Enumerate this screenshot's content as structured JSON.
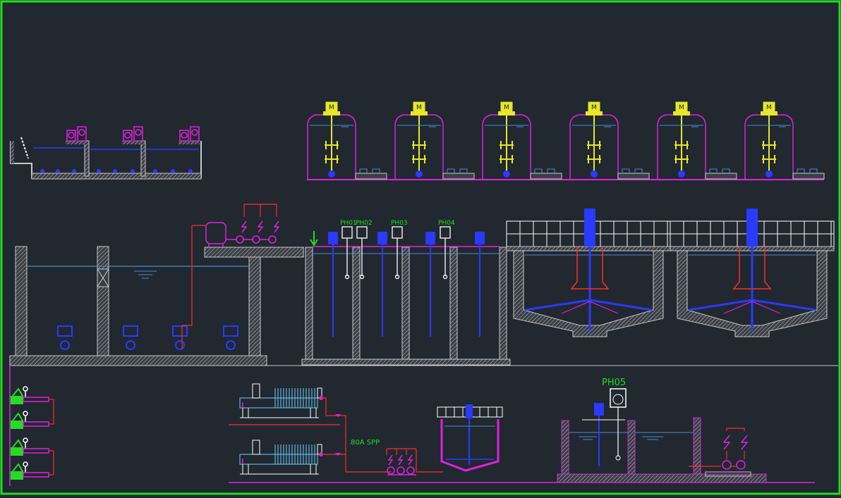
{
  "drawing": {
    "labels": {
      "ph01": "PH01",
      "ph02": "PH02",
      "ph03": "PH03",
      "ph04": "PH04",
      "ph05": "PH05",
      "pump_spec": "80A  SPP",
      "motor": "M"
    }
  },
  "colors": {
    "background": "#212830",
    "frame": "#22dd22",
    "wall": "#c8c8c8",
    "water": "#4a8ad0",
    "equipment_blue": "#2a3aff",
    "magenta": "#e020e0",
    "yellow": "#e6e62a",
    "red": "#ff2a2a",
    "green": "#22dd22",
    "white": "#ffffff",
    "cyan": "#6ad0ff"
  }
}
